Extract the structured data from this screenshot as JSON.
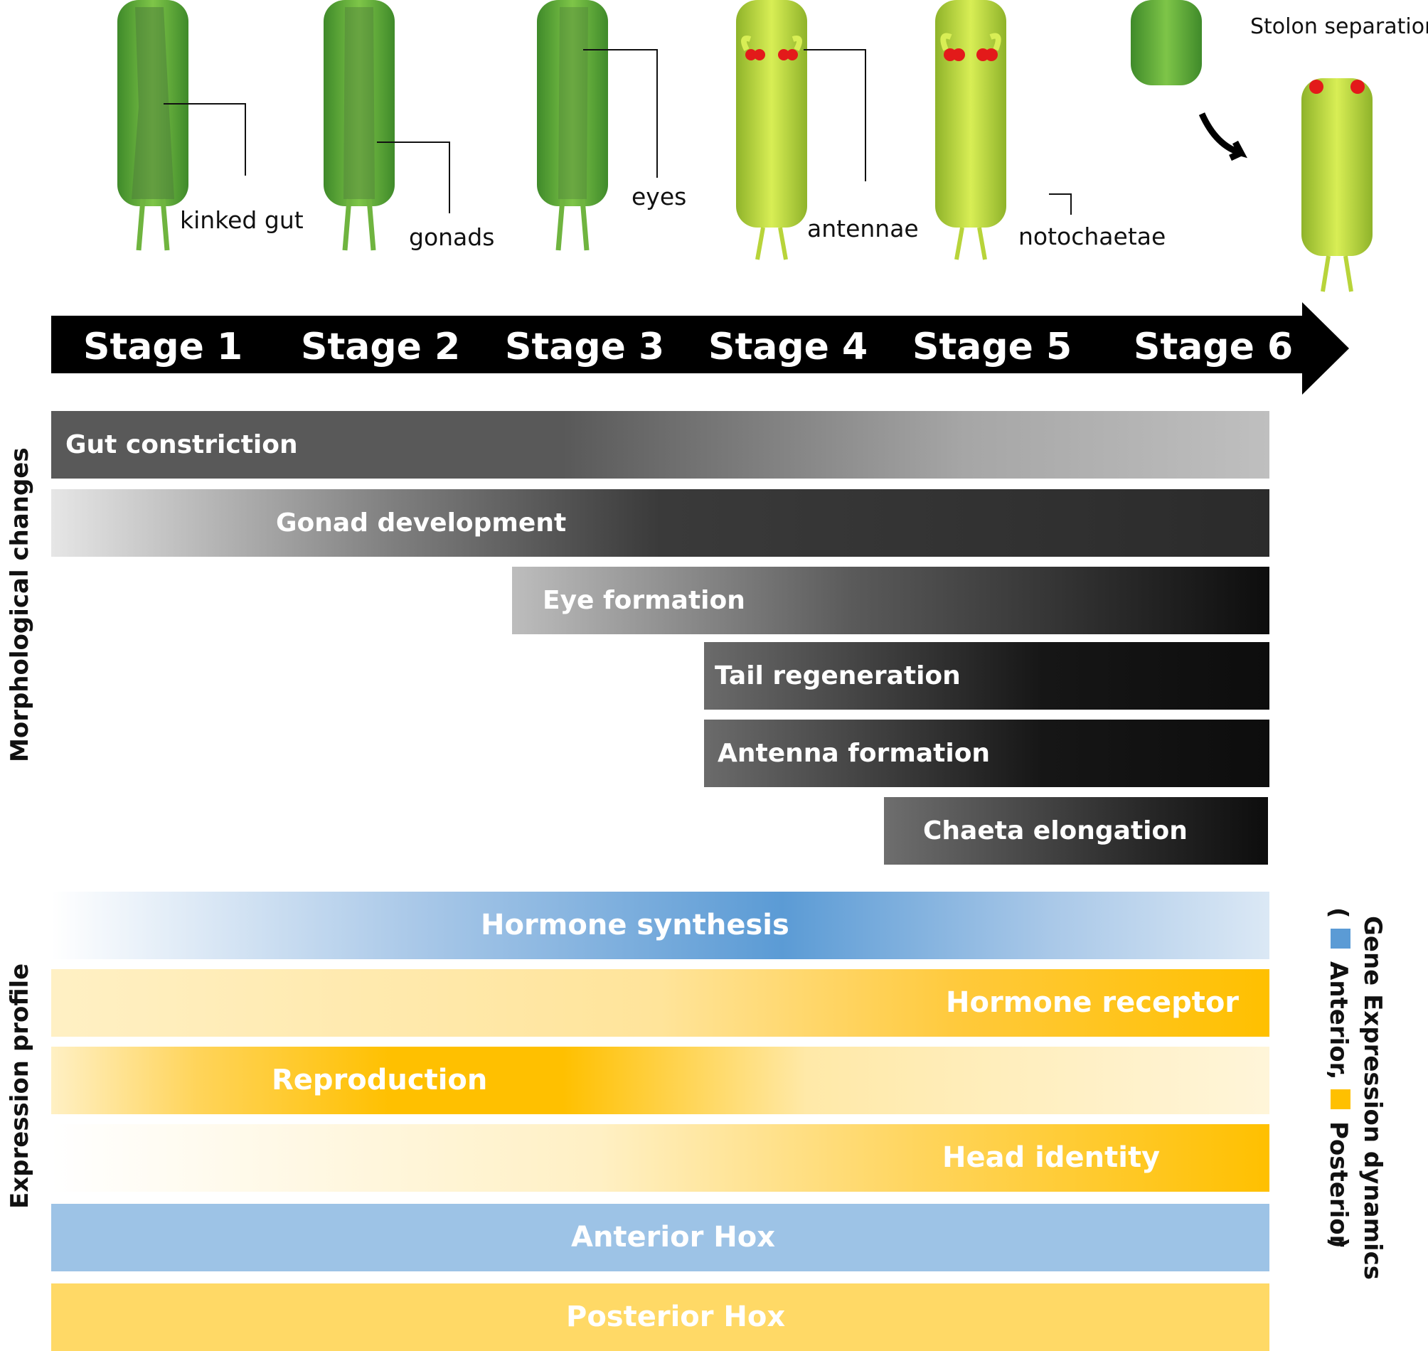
{
  "annotations": {
    "kinked_gut": "kinked gut",
    "gonads": "gonads",
    "eyes": "eyes",
    "antennae": "antennae",
    "notochaetae": "notochaetae",
    "stolon_separation": "Stolon separation"
  },
  "timeline": {
    "stages": [
      "Stage 1",
      "Stage 2",
      "Stage 3",
      "Stage 4",
      "Stage 5",
      "Stage 6"
    ]
  },
  "morphological": {
    "section_label": "Morphological changes",
    "bars": [
      {
        "label": "Gut constriction"
      },
      {
        "label": "Gonad development"
      },
      {
        "label": "Eye formation"
      },
      {
        "label": "Tail regeneration"
      },
      {
        "label": "Antenna formation"
      },
      {
        "label": "Chaeta elongation"
      }
    ]
  },
  "expression": {
    "section_label": "Expression profile",
    "bars": [
      {
        "label": "Hormone synthesis"
      },
      {
        "label": "Hormone receptor"
      },
      {
        "label": "Reproduction"
      },
      {
        "label": "Head identity"
      },
      {
        "label": "Anterior Hox"
      },
      {
        "label": "Posterior Hox"
      }
    ]
  },
  "legend": {
    "title": "Gene Expression dynamics",
    "open": "(",
    "anterior": "Anterior,",
    "posterior": "Posterior",
    "close": ")",
    "anterior_color": "#5b9bd5",
    "posterior_color": "#ffc000"
  },
  "colors": {
    "body_green": "#6fb43f",
    "gut_green": "#4f8a3a",
    "stolon_yellow": "#cde84a",
    "gonad_orange": "#f0b21f",
    "eye_red": "#e31a1a",
    "arrow_black": "#000000"
  }
}
